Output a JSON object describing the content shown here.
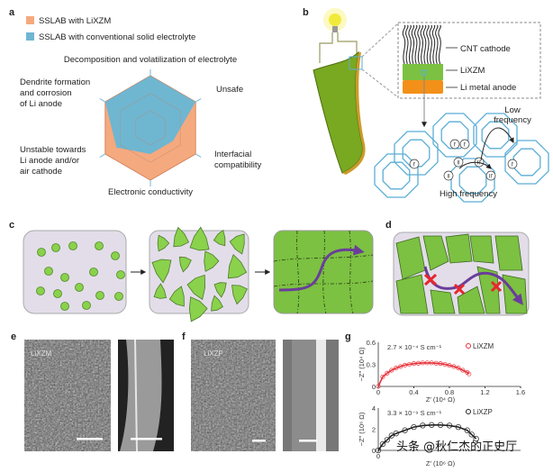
{
  "panels": {
    "a": "a",
    "b": "b",
    "c": "c",
    "d": "d",
    "e": "e",
    "f": "f",
    "g": "g"
  },
  "radar": {
    "legend": [
      {
        "label": "SSLAB with LiXZM",
        "color": "#f5a97f"
      },
      {
        "label": "SSLAB with conventional solid electrolyte",
        "color": "#6fb6d1"
      }
    ],
    "axes": [
      "Decomposition and volatilization of electrolyte",
      "Unsafe",
      "Interfacial compatibility",
      "Electronic conductivity",
      "Unstable towards Li anode and/or air cathode",
      "Dendrite formation and corrosion of Li anode"
    ],
    "axis_lines": {
      "unsafe": [
        "Unsafe"
      ],
      "interfacial": [
        "Interfacial",
        "compatibility"
      ],
      "unstable": [
        "Unstable towards",
        "Li anode and/or",
        "air cathode"
      ],
      "dendrite": [
        "Dendrite formation",
        "and corrosion",
        "of Li anode"
      ]
    },
    "series": [
      {
        "name": "SSLAB with LiXZM",
        "values": [
          1,
          1,
          1,
          1,
          1,
          1
        ]
      },
      {
        "name": "SSLAB with conventional solid electrolyte",
        "values": [
          1,
          1,
          0.5,
          0.5,
          0.75,
          1
        ]
      }
    ]
  },
  "battery": {
    "layers": {
      "cnt": "CNT cathode",
      "lixzm": "LiXZM",
      "li": "Li metal anode"
    },
    "low_freq": [
      "Low",
      "frequency"
    ],
    "high_freq": "High frequency",
    "ion_labels": [
      "I'",
      "I'",
      "I'",
      "I'",
      "II",
      "II'",
      "II",
      "II'"
    ],
    "colors": {
      "lixzm": "#7cc142",
      "li": "#f39019",
      "cage": "#5aaed6"
    }
  },
  "micro": {
    "e_label": "LiXZM",
    "f_label": "LiXZP"
  },
  "chart_data": [
    {
      "type": "scatter",
      "series": [
        {
          "name": "LiXZM",
          "color": "#e8313a",
          "x": [
            0,
            0.05,
            0.1,
            0.15,
            0.2,
            0.25,
            0.3,
            0.35,
            0.4,
            0.45,
            0.5,
            0.55,
            0.6,
            0.65,
            0.7,
            0.75,
            0.8,
            0.85,
            0.9,
            0.95,
            1.0,
            1.02
          ],
          "y": [
            0,
            0.13,
            0.18,
            0.22,
            0.25,
            0.27,
            0.29,
            0.3,
            0.31,
            0.315,
            0.32,
            0.32,
            0.32,
            0.315,
            0.31,
            0.3,
            0.285,
            0.27,
            0.25,
            0.22,
            0.19,
            0.17
          ]
        }
      ],
      "annotation": "2.7 × 10⁻⁴ S cm⁻¹",
      "xlabel": "Z′ (10⁴ Ω)",
      "ylabel": "−Z″ (10⁴ Ω)",
      "xlim": [
        0,
        1.6
      ],
      "ylim": [
        0,
        0.6
      ],
      "xticks": [
        "0",
        "0.4",
        "0.8",
        "1.2",
        "1.6"
      ],
      "yticks": [
        "0",
        "0.3",
        "0.6"
      ]
    },
    {
      "type": "scatter",
      "series": [
        {
          "name": "LiXZP",
          "color": "#222222",
          "x": [
            0,
            0.05,
            0.1,
            0.15,
            0.2,
            0.3,
            0.4,
            0.5,
            0.6,
            0.7,
            0.8,
            0.9,
            1.0,
            1.05,
            1.1
          ],
          "y": [
            0,
            0.6,
            1.0,
            1.4,
            1.6,
            1.9,
            2.2,
            2.35,
            2.4,
            2.4,
            2.35,
            2.2,
            1.9,
            1.5,
            1.1
          ]
        }
      ],
      "annotation": "3.3 × 10⁻⁹ S cm⁻¹",
      "xlabel": "Z′ (10⁶ Ω)",
      "ylabel": "−Z″ (10⁶ Ω)",
      "xlim": [
        0,
        1.6
      ],
      "ylim": [
        0,
        4
      ],
      "xticks": [
        "0"
      ],
      "yticks": [
        "0",
        "2",
        "4"
      ]
    }
  ],
  "watermark": "头条 @秋仁杰的正史厅"
}
